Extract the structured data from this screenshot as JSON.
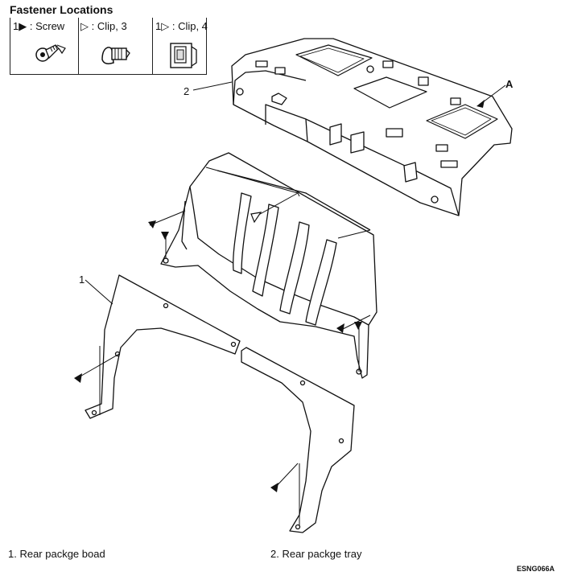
{
  "title": "Fastener Locations",
  "legend": [
    {
      "label": "1▶ : Screw",
      "icon": "screw-icon"
    },
    {
      "label": "▷ : Clip, 3",
      "icon": "push-clip-icon"
    },
    {
      "label": "1▷ : Clip, 4",
      "icon": "bracket-clip-icon"
    }
  ],
  "callouts": {
    "one": "1",
    "two": "2",
    "a": "A"
  },
  "captions": {
    "one": "1. Rear packge boad",
    "two": "2. Rear packge tray"
  },
  "figure_code": "ESNG066A"
}
